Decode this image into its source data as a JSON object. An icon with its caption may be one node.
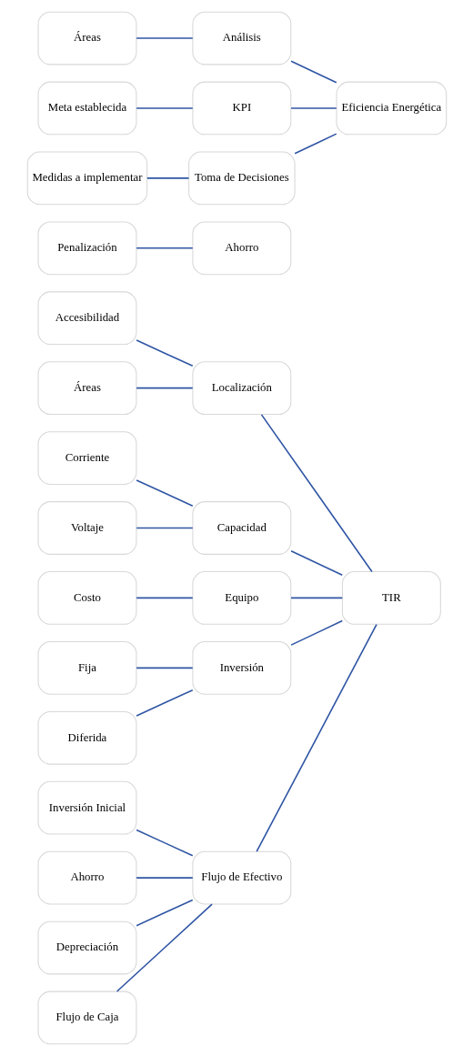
{
  "diagram": {
    "nodes": [
      {
        "text": [
          "Accesibilidad"
        ]
      },
      {
        "text": [
          "Localización"
        ]
      },
      {
        "text": [
          "Áreas"
        ]
      },
      {
        "text": [
          "Corriente"
        ]
      },
      {
        "text": [
          "Capacidad"
        ]
      },
      {
        "text": [
          "Voltaje"
        ]
      },
      {
        "text": [
          "Costo"
        ]
      },
      {
        "text": [
          "Equipo"
        ]
      },
      {
        "text": [
          "Fija"
        ]
      },
      {
        "text": [
          "Inversión"
        ]
      },
      {
        "text": [
          "TIR"
        ]
      },
      {
        "text": [
          "Diferida"
        ]
      },
      {
        "text": [
          "Inversión Inicial"
        ]
      },
      {
        "text": [
          "Ahorro"
        ]
      },
      {
        "text": [
          "Flujo de Efectivo"
        ]
      },
      {
        "text": [
          "Depreciación"
        ]
      },
      {
        "text": [
          "Flujo de Caja"
        ]
      },
      {
        "text": [
          "Penalización"
        ]
      },
      {
        "text": [
          "Ahorro"
        ]
      },
      {
        "text": [
          "Áreas"
        ]
      },
      {
        "text": [
          "Análisis"
        ]
      },
      {
        "text": [
          "Meta establecida"
        ]
      },
      {
        "text": [
          "KPI"
        ]
      },
      {
        "text": [
          "Eficiencia Energética"
        ]
      },
      {
        "text": [
          "Medidas a implementar"
        ]
      },
      {
        "text": [
          "Toma de Decisiones"
        ]
      }
    ],
    "edges": [
      {
        "from": 0,
        "to": 1,
        "arrow": "none"
      },
      {
        "from": 2,
        "to": 1,
        "arrow": "none"
      },
      {
        "from": 3,
        "to": 4,
        "arrow": "none"
      },
      {
        "from": 5,
        "to": 4,
        "arrow": "none"
      },
      {
        "from": 6,
        "to": 7,
        "arrow": "none"
      },
      {
        "from": 8,
        "to": 9,
        "arrow": "none"
      },
      {
        "from": 11,
        "to": 9,
        "arrow": "none"
      },
      {
        "from": 12,
        "to": 14,
        "arrow": "none"
      },
      {
        "from": 13,
        "to": 14,
        "arrow": "none"
      },
      {
        "from": 15,
        "to": 14,
        "arrow": "none"
      },
      {
        "from": 16,
        "to": 14,
        "arrow": "none"
      },
      {
        "from": 17,
        "to": 18,
        "arrow": "none"
      },
      {
        "from": 19,
        "to": 20,
        "arrow": "none"
      },
      {
        "from": 21,
        "to": 22,
        "arrow": "none"
      },
      {
        "from": 24,
        "to": 25,
        "arrow": "none"
      },
      {
        "from": 1,
        "to": 10,
        "arrow": "none"
      },
      {
        "from": 4,
        "to": 10,
        "arrow": "none"
      },
      {
        "from": 7,
        "to": 10,
        "arrow": "none"
      },
      {
        "from": 9,
        "to": 10,
        "arrow": "none"
      },
      {
        "from": 14,
        "to": 10,
        "arrow": "none"
      },
      {
        "from": 20,
        "to": 23,
        "arrow": "none"
      },
      {
        "from": 22,
        "to": 23,
        "arrow": "none"
      },
      {
        "from": 25,
        "to": 23,
        "arrow": "none"
      }
    ]
  }
}
